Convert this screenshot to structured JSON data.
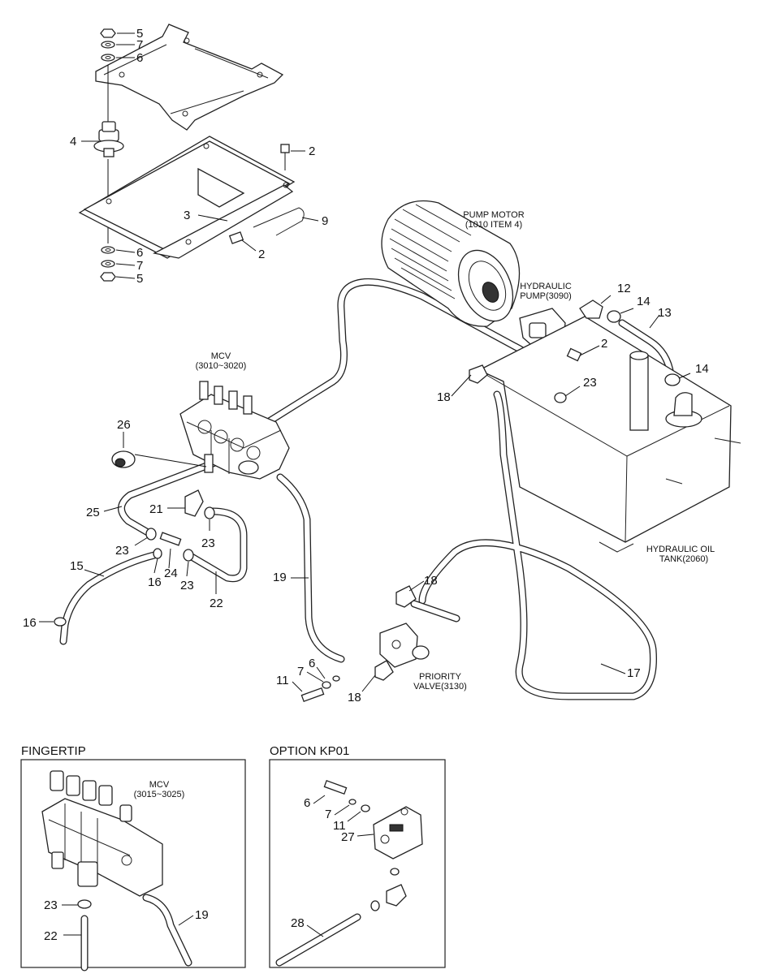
{
  "callouts": {
    "c5a": "5",
    "c7a": "7",
    "c6a": "6",
    "c4": "4",
    "c2a": "2",
    "c3": "3",
    "c9": "9",
    "c2b": "2",
    "c6b": "6",
    "c7b": "7",
    "c5b": "5",
    "c12": "12",
    "c14a": "14",
    "c13": "13",
    "c2c": "2",
    "c14b": "14",
    "c18a": "18",
    "c23a": "23",
    "c26": "26",
    "c25": "25",
    "c21": "21",
    "c23b": "23",
    "c23c": "23",
    "c15": "15",
    "c16a": "16",
    "c24": "24",
    "c23d": "23",
    "c22": "22",
    "c16b": "16",
    "c19": "19",
    "c18b": "18",
    "c6c": "6",
    "c7c": "7",
    "c11": "11",
    "c18c": "18",
    "c17": "17",
    "f23": "23",
    "f22": "22",
    "f19": "19",
    "o6": "6",
    "o7": "7",
    "o11": "11",
    "o27": "27",
    "o28": "28"
  },
  "labels": {
    "pump_motor": [
      "PUMP MOTOR",
      "(1010 ITEM 4)"
    ],
    "hydraulic_pump": [
      "HYDRAULIC",
      "PUMP(3090)"
    ],
    "mcv": [
      "MCV",
      "(3010~3020)"
    ],
    "hydraulic_tank": [
      "HYDRAULIC OIL",
      "TANK(2060)"
    ],
    "priority_valve": [
      "PRIORITY",
      "VALVE(3130)"
    ],
    "mcv_fingertip": [
      "MCV",
      "(3015~3025)"
    ]
  },
  "insets": {
    "fingertip_title": "FINGERTIP",
    "option_title": "OPTION KP01"
  }
}
